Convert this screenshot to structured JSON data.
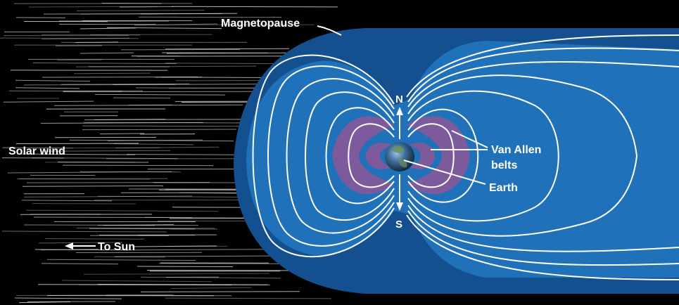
{
  "labels": {
    "magnetopause": "Magnetopause",
    "solar_wind": "Solar wind",
    "to_sun": "To Sun",
    "north": "N",
    "south": "S",
    "van_allen_line1": "Van Allen",
    "van_allen_line2": "belts",
    "earth": "Earth"
  },
  "colors": {
    "background": "#000000",
    "magnetosphere_outer": "#14508f",
    "magnetosphere_inner": "#1f72b9",
    "magnetic_field_lines": "#ffffff",
    "van_allen_belts": "#7d5a9c",
    "solar_wind_streaks": "#cfcfcf",
    "label_text": "#ffffff"
  },
  "icons": [
    "earth-globe-icon",
    "arrow-north-icon",
    "arrow-south-icon",
    "arrow-left-icon"
  ]
}
